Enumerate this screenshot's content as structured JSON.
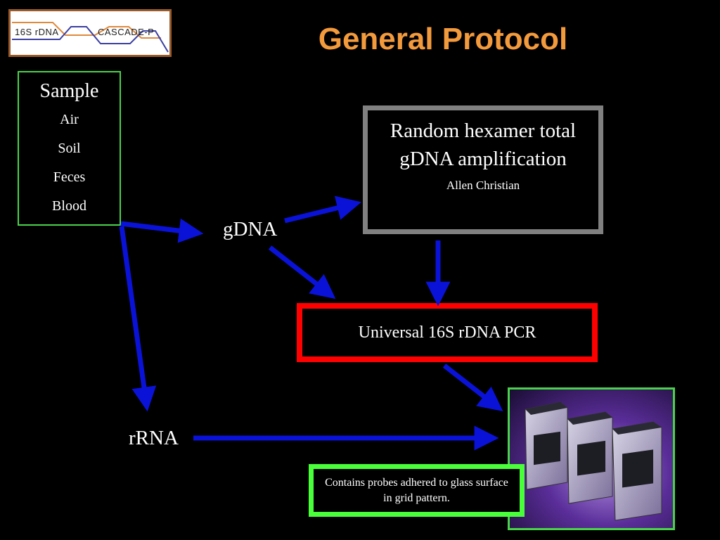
{
  "logo": {
    "left_text": "16S rDNA",
    "right_text": "CASCADE-P"
  },
  "title": "General Protocol",
  "sample": {
    "title": "Sample",
    "items": [
      "Air",
      "Soil",
      "Feces",
      "Blood"
    ]
  },
  "random_box": {
    "title_line1": "Random hexamer total",
    "title_line2": "gDNA amplification",
    "subtitle": "Allen Christian"
  },
  "pcr_box": {
    "label": "Universal 16S rDNA PCR"
  },
  "labels": {
    "gdna": "gDNA",
    "rrna": "rRNA"
  },
  "note": {
    "text": "Contains probes adhered to glass surface in grid pattern."
  },
  "colors": {
    "title": "#f39a3c",
    "arrow": "#0a12d8",
    "green_border": "#49d34a",
    "red_border": "#ff0000",
    "gray_border": "#808080"
  }
}
